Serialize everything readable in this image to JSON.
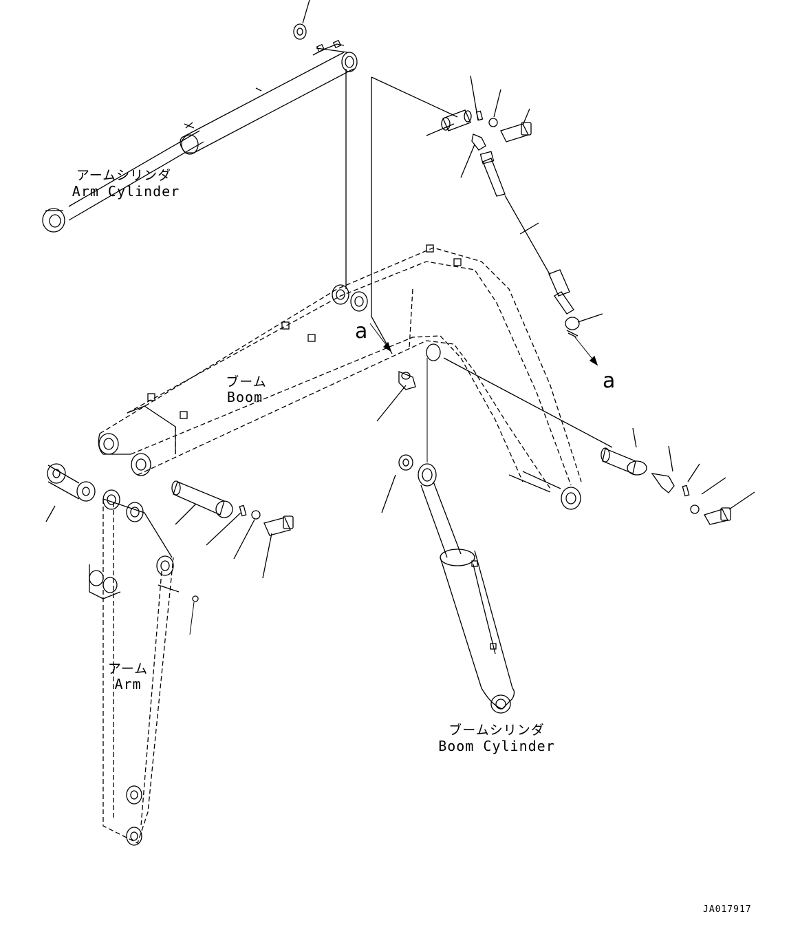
{
  "labels": {
    "arm_cylinder_jp": "アームシリンダ",
    "arm_cylinder_en": "Arm Cylinder",
    "boom_jp": "ブーム",
    "boom_en": "Boom",
    "arm_jp": "アーム",
    "arm_en": "Arm",
    "boom_cylinder_jp": "ブームシリンダ",
    "boom_cylinder_en": "Boom Cylinder"
  },
  "references": {
    "a_upper": "a",
    "a_lower": "a"
  },
  "drawing_code": "JA017917"
}
